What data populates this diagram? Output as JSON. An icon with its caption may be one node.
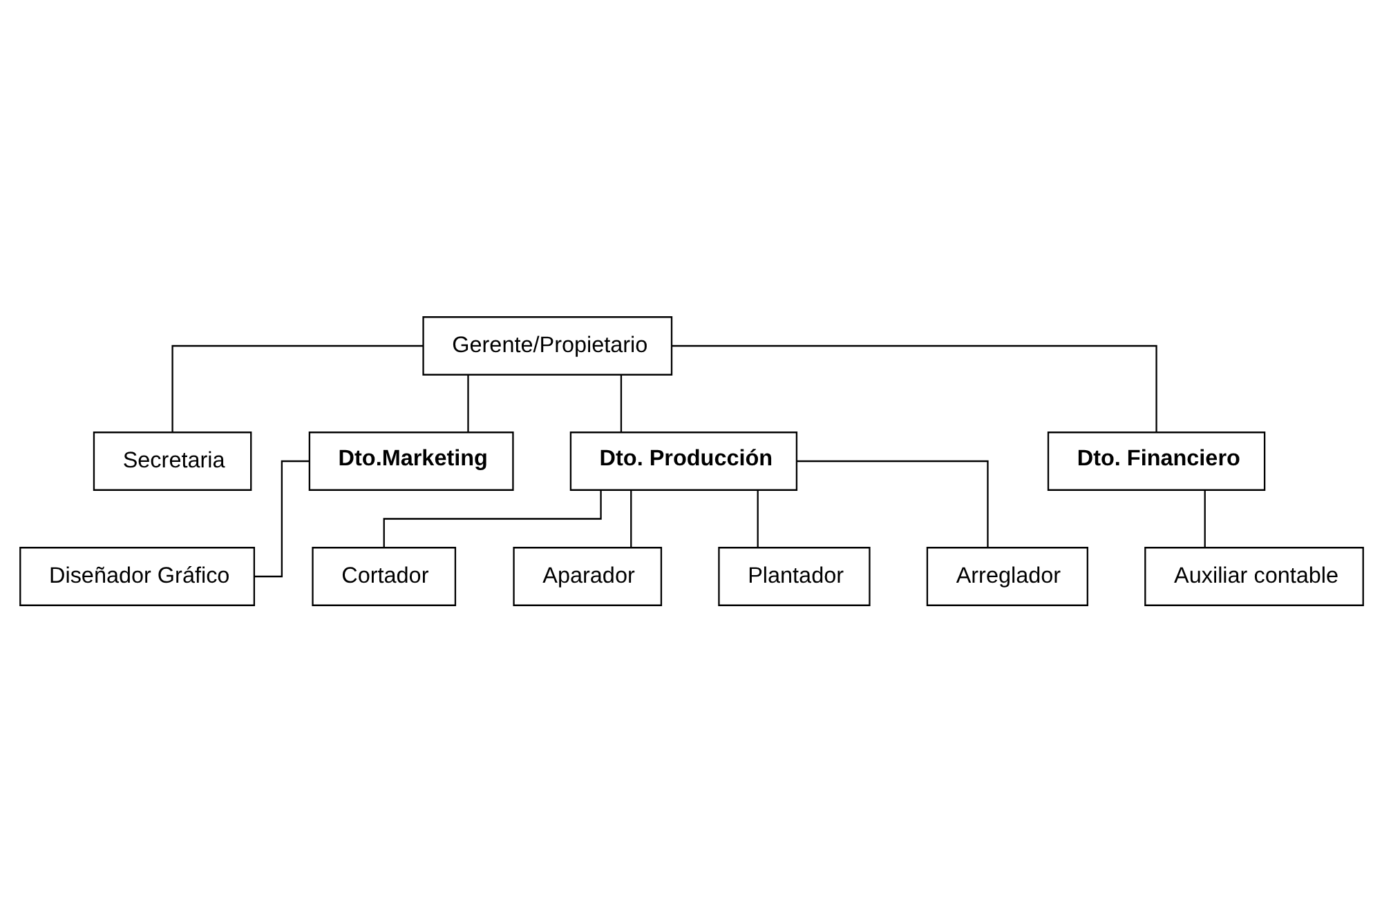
{
  "diagram": {
    "nodes": [
      {
        "text": [
          "Gerente/Propietario"
        ]
      },
      {
        "text": [
          "Secretaria"
        ]
      },
      {
        "text": [
          "Dto.Marketing"
        ]
      },
      {
        "text": [
          "Dto. Producción"
        ]
      },
      {
        "text": [
          "Dto. Financiero"
        ]
      },
      {
        "text": [
          "Diseñador Gráfico"
        ]
      },
      {
        "text": [
          "Cortador"
        ]
      },
      {
        "text": [
          "Aparador"
        ]
      },
      {
        "text": [
          "Plantador"
        ]
      },
      {
        "text": [
          "Arreglador"
        ]
      },
      {
        "text": [
          "Auxiliar contable"
        ]
      }
    ],
    "edges": [
      {
        "from": 0,
        "to": 1,
        "arrow": "none"
      },
      {
        "from": 0,
        "to": 2,
        "arrow": "none"
      },
      {
        "from": 0,
        "to": 3,
        "arrow": "none"
      },
      {
        "from": 0,
        "to": 4,
        "arrow": "none"
      },
      {
        "from": 2,
        "to": 5,
        "arrow": "none"
      },
      {
        "from": 3,
        "to": 6,
        "arrow": "none"
      },
      {
        "from": 3,
        "to": 7,
        "arrow": "none"
      },
      {
        "from": 3,
        "to": 8,
        "arrow": "none"
      },
      {
        "from": 3,
        "to": 9,
        "arrow": "none"
      },
      {
        "from": 4,
        "to": 10,
        "arrow": "none"
      }
    ]
  }
}
